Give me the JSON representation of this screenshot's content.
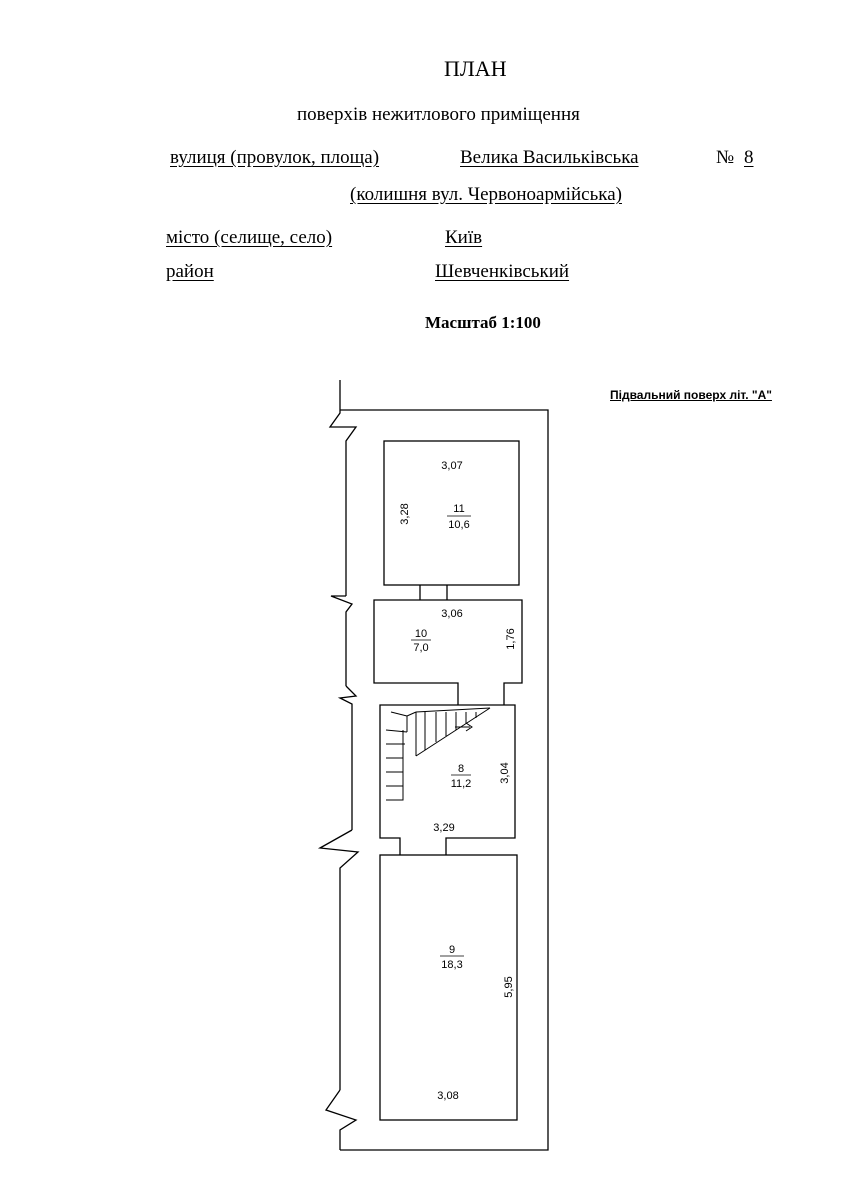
{
  "header": {
    "title": "ПЛАН",
    "subtitle": "поверхів нежитлового приміщення",
    "street_label": "вулиця (провулок, площа)",
    "street_value": "Велика Васильківська",
    "number_label": "№",
    "number_value": "8",
    "former_name": "(колишня вул. Червоноармійська)",
    "city_label": "місто (селище, село)",
    "city_value": "Київ",
    "district_label": "район",
    "district_value": "Шевченківський",
    "scale": "Масштаб 1:100"
  },
  "floor_label": "Підвальний поверх літ. \"А\"",
  "rooms": [
    {
      "number": "11",
      "area": "10,6",
      "width": "3,07",
      "length": "3,28"
    },
    {
      "number": "10",
      "area": "7,0",
      "width": "3,06",
      "length": "1,76"
    },
    {
      "number": "8",
      "area": "11,2",
      "width": "3,29",
      "length": "3,04"
    },
    {
      "number": "9",
      "area": "18,3",
      "width": "3,08",
      "length": "5,95"
    }
  ],
  "colors": {
    "line": "#000000",
    "background": "#ffffff"
  }
}
